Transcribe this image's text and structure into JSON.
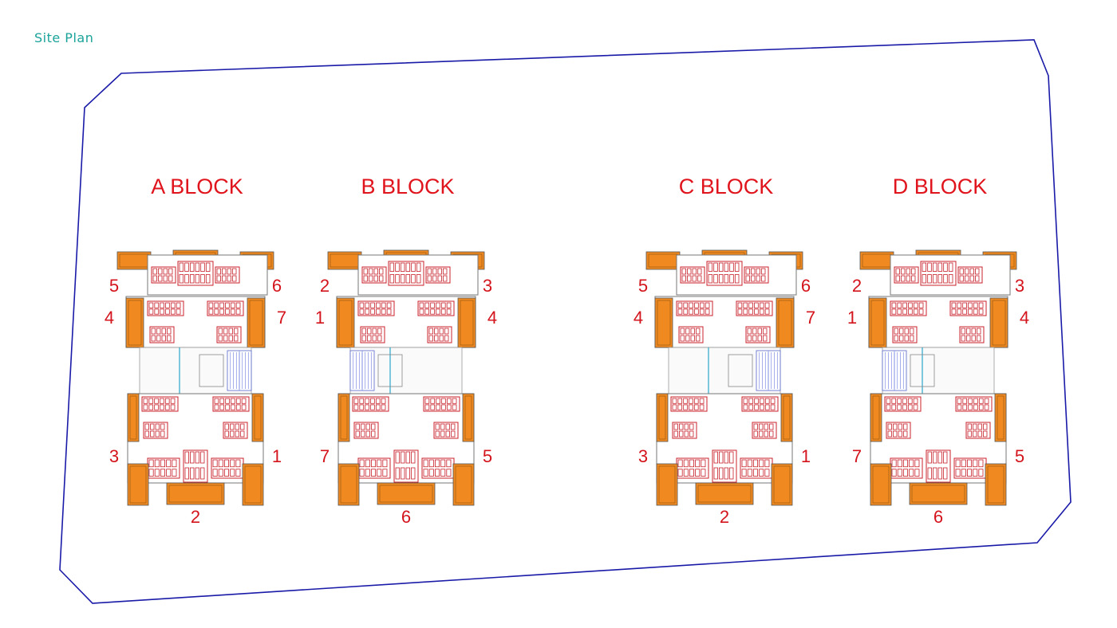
{
  "page_title": "Site Plan",
  "colors": {
    "title": "#1aa39a",
    "boundary": "#1a1aa8",
    "labels": "#e0141c",
    "balcony": "#f0891f",
    "furniture": "#c8202a"
  },
  "blocks": [
    {
      "id": "A",
      "title": "A BLOCK",
      "mirrored": false,
      "stair_pos": "right",
      "numbers": {
        "tl": "5",
        "tr": "6",
        "ml": "4",
        "mr": "7",
        "bl": "3",
        "br": "1",
        "bottom": "2"
      }
    },
    {
      "id": "B",
      "title": "B BLOCK",
      "mirrored": true,
      "stair_pos": "left",
      "numbers": {
        "tl": "2",
        "tr": "3",
        "ml": "1",
        "mr": "4",
        "bl": "7",
        "br": "5",
        "bottom": "6"
      }
    },
    {
      "id": "C",
      "title": "C BLOCK",
      "mirrored": false,
      "stair_pos": "right",
      "numbers": {
        "tl": "5",
        "tr": "6",
        "ml": "4",
        "mr": "7",
        "bl": "3",
        "br": "1",
        "bottom": "2"
      }
    },
    {
      "id": "D",
      "title": "D BLOCK",
      "mirrored": true,
      "stair_pos": "left",
      "numbers": {
        "tl": "2",
        "tr": "3",
        "ml": "1",
        "mr": "4",
        "bl": "7",
        "br": "5",
        "bottom": "6"
      }
    }
  ]
}
